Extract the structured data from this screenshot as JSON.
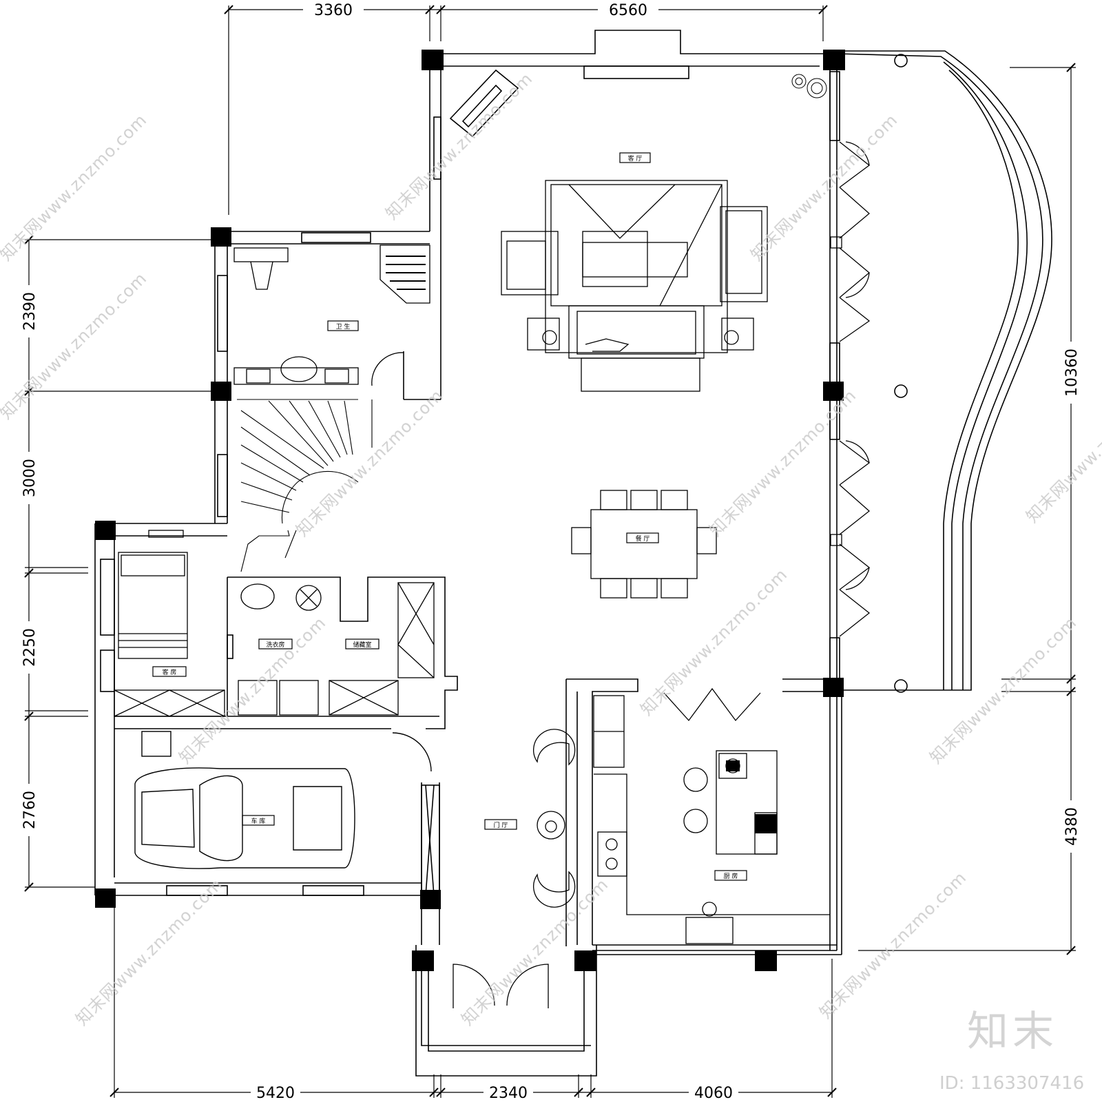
{
  "dimensions": {
    "top": [
      "3360",
      "6560"
    ],
    "left": [
      "2390",
      "3000",
      "2250",
      "2760"
    ],
    "right": [
      "10360",
      "4380"
    ],
    "bottom": [
      "5420",
      "2340",
      "4060"
    ]
  },
  "rooms": {
    "living": "客 厅",
    "bathroom": "卫 生",
    "dining": "餐 厅",
    "laundry": "洗衣房",
    "storage": "储藏室",
    "bedroom": "客 房",
    "garage": "车 库",
    "foyer": "门 厅",
    "kitchen": "厨 房"
  },
  "watermark": {
    "text": "知末网www.znzmo.com",
    "brand": "知末",
    "image_id": "ID: 1163307416"
  }
}
